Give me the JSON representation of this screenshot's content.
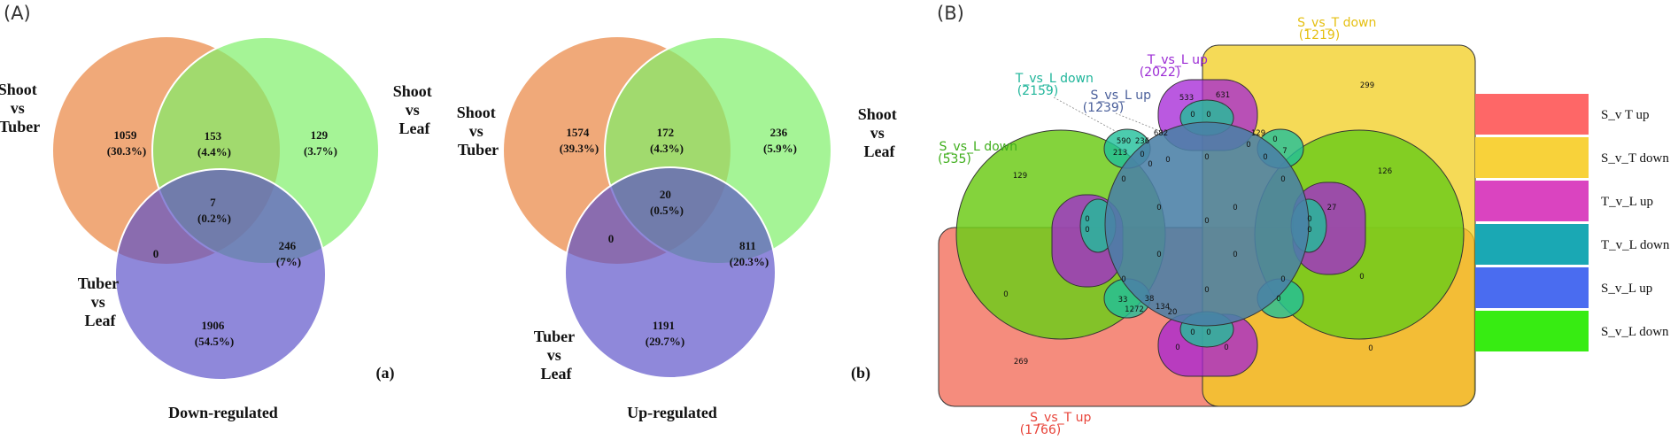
{
  "panelA": {
    "label": "(A)",
    "venn_down": {
      "set_labels": {
        "shoot_tuber": [
          "Shoot",
          "vs",
          "Tuber"
        ],
        "shoot_leaf": [
          "Shoot",
          "vs",
          "Leaf"
        ],
        "tuber_leaf": [
          "Tuber",
          "vs",
          "Leaf"
        ]
      },
      "regions": {
        "only_st": [
          "1059",
          "(30.3%)"
        ],
        "st_sl": [
          "153",
          "(4.4%)"
        ],
        "only_sl": [
          "129",
          "(3.7%)"
        ],
        "all": [
          "7",
          "(0.2%)"
        ],
        "st_tl": [
          "0"
        ],
        "sl_tl": [
          "246",
          "(7%)"
        ],
        "only_tl": [
          "1906",
          "(54.5%)"
        ]
      },
      "tag": "(a)",
      "caption": "Down-regulated",
      "colors": {
        "shoot_tuber": "#ed9a62",
        "shoot_leaf": "#7ff06a",
        "tuber_leaf": "#6f66d6"
      }
    },
    "venn_up": {
      "set_labels": {
        "shoot_tuber": [
          "Shoot",
          "vs",
          "Tuber"
        ],
        "shoot_leaf": [
          "Shoot",
          "vs",
          "Leaf"
        ],
        "tuber_leaf": [
          "Tuber",
          "vs",
          "Leaf"
        ]
      },
      "regions": {
        "only_st": [
          "1574",
          "(39.3%)"
        ],
        "st_sl": [
          "172",
          "(4.3%)"
        ],
        "only_sl": [
          "236",
          "(5.9%)"
        ],
        "all": [
          "20",
          "(0.5%)"
        ],
        "st_tl": [
          "0"
        ],
        "sl_tl": [
          "811",
          "(20.3%)"
        ],
        "only_tl": [
          "1191",
          "(29.7%)"
        ]
      },
      "tag": "(b)",
      "caption": "Up-regulated",
      "colors": {
        "shoot_tuber": "#ed9a62",
        "shoot_leaf": "#7ff06a",
        "tuber_leaf": "#6f66d6"
      }
    }
  },
  "panelB": {
    "label": "(B)",
    "sets": {
      "s_vs_t_down": {
        "name": "S_vs_T down",
        "count": "(1219)",
        "color": "#f2ce1f"
      },
      "t_vs_l_up": {
        "name": "T_vs_L up",
        "count": "(2022)",
        "color": "#a322d6"
      },
      "t_vs_l_down": {
        "name": "T_vs_L down",
        "count": "(2159)",
        "color": "#1fbf9a"
      },
      "s_vs_l_up": {
        "name": "S_vs_L up",
        "count": "(1239)",
        "color": "#475fa0"
      },
      "s_vs_l_down": {
        "name": "S_vs_L down",
        "count": "(535)",
        "color": "#3fae1c"
      },
      "s_vs_t_up": {
        "name": "S_vs_T up",
        "count": "(1766)",
        "color": "#f0553f"
      }
    },
    "region_values": [
      "299",
      "533",
      "631",
      "0",
      "0",
      "590",
      "236",
      "682",
      "129",
      "7",
      "213",
      "0",
      "0",
      "0",
      "0",
      "0",
      "0",
      "129",
      "126",
      "0",
      "0",
      "0",
      "27",
      "0",
      "0",
      "0",
      "0",
      "0",
      "0",
      "0",
      "0",
      "0",
      "0",
      "0",
      "0",
      "0",
      "0",
      "33",
      "38",
      "134",
      "1272",
      "20",
      "0",
      "0",
      "0",
      "0",
      "269",
      "0",
      "0"
    ],
    "legend": [
      {
        "label": "S_v T up",
        "color": "#fe6767"
      },
      {
        "label": "S_v_T down",
        "color": "#f8d23a"
      },
      {
        "label": "T_v_L  up",
        "color": "#da44c0"
      },
      {
        "label": "T_v_L down",
        "color": "#1aa8b4"
      },
      {
        "label": "S_v_L up",
        "color": "#4a6cf0"
      },
      {
        "label": "S_v_L down",
        "color": "#37ec12"
      }
    ]
  }
}
